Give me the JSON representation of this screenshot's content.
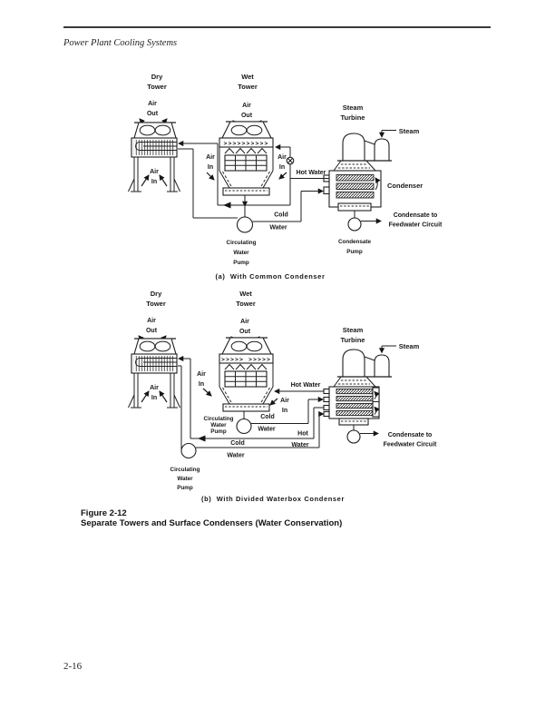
{
  "header": {
    "title": "Power Plant Cooling Systems"
  },
  "footer": {
    "page_number": "2-16"
  },
  "figure_caption": {
    "number": "Figure 2-12",
    "title": "Separate Towers and Surface Condensers (Water Conservation)"
  },
  "diagram_a": {
    "caption": "(a)  With Common Condenser",
    "dry_tower": [
      "Dry",
      "Tower"
    ],
    "wet_tower": [
      "Wet",
      "Tower"
    ],
    "dry_air_out": [
      "Air",
      "Out"
    ],
    "wet_air_out": [
      "Air",
      "Out"
    ],
    "dry_air_in": [
      "Air",
      "In"
    ],
    "wet_air_in_left": [
      "Air",
      "In"
    ],
    "wet_air_in_right": [
      "Air",
      "In"
    ],
    "steam_turbine": [
      "Steam",
      "Turbine"
    ],
    "steam": "Steam",
    "hot_water": "Hot Water",
    "condenser": "Condenser",
    "cold_water": [
      "Cold",
      "Water"
    ],
    "circulating_pump": [
      "Circulating",
      "Water",
      "Pump"
    ],
    "condensate_pump": [
      "Condensate",
      "Pump"
    ],
    "condensate_dest": [
      "Condensate to",
      "Feedwater Circuit"
    ],
    "drift_row": ">>>>>>>>>>"
  },
  "diagram_b": {
    "caption": "(b)  With Divided Waterbox Condenser",
    "dry_tower": [
      "Dry",
      "Tower"
    ],
    "wet_tower": [
      "Wet",
      "Tower"
    ],
    "dry_air_out": [
      "Air",
      "Out"
    ],
    "wet_air_out": [
      "Air",
      "Out"
    ],
    "dry_air_in": [
      "Air",
      "In"
    ],
    "wet_air_in_left": [
      "Air",
      "In"
    ],
    "wet_air_in_right": [
      "Air",
      "In"
    ],
    "steam_turbine": [
      "Steam",
      "Turbine"
    ],
    "steam": "Steam",
    "wet_hot_water": "Hot Water",
    "wet_cold_water": [
      "Cold",
      "Water"
    ],
    "dry_hot_water": [
      "Hot",
      "Water"
    ],
    "dry_cold_water": [
      "Cold",
      "Water"
    ],
    "wet_circulating_pump": [
      "Circulating",
      "Water",
      "Pump"
    ],
    "dry_circulating_pump": [
      "Circulating",
      "Water",
      "Pump"
    ],
    "condensate_dest": [
      "Condensate to",
      "Feedwater Circuit"
    ],
    "drift_row": ">>>>> >>>>>"
  }
}
